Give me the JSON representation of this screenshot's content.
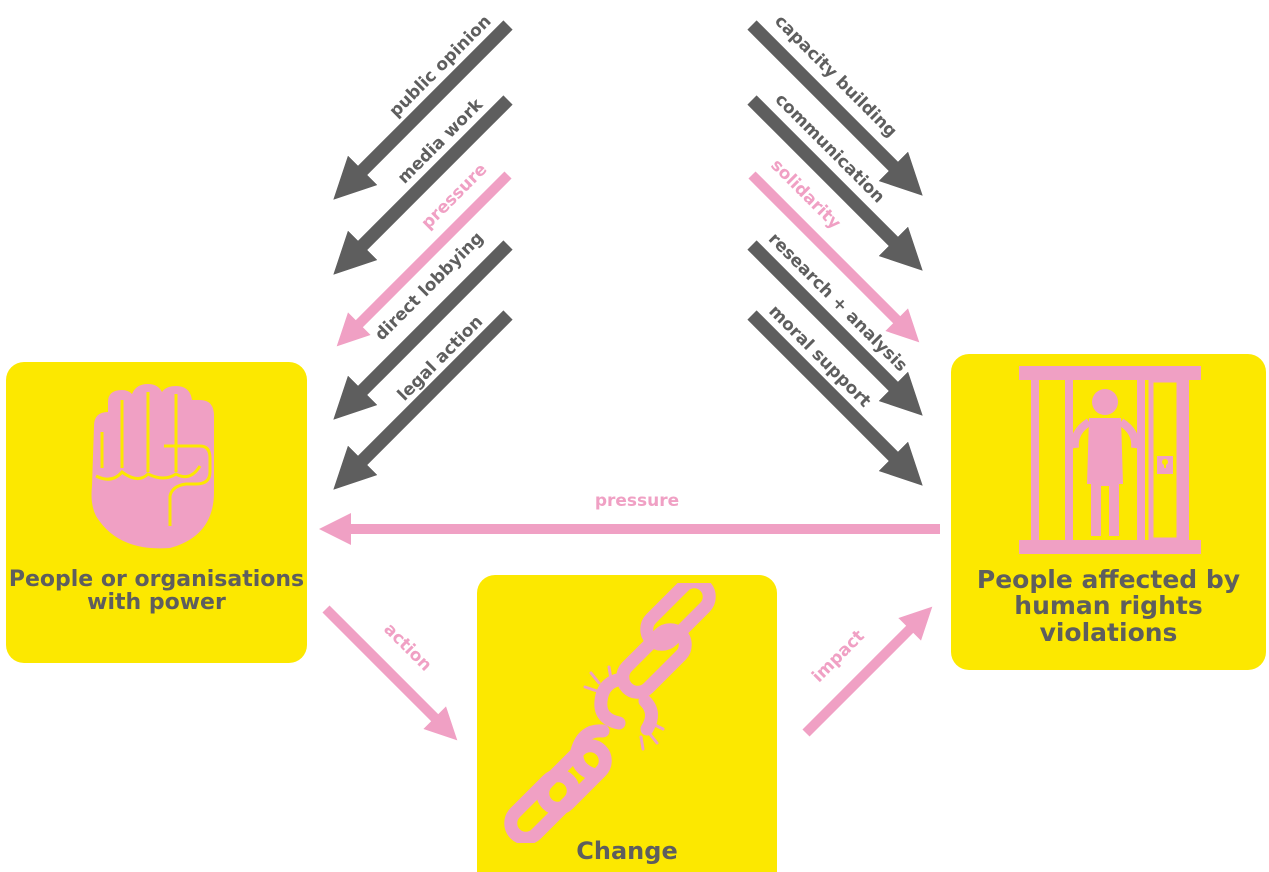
{
  "colors": {
    "accent_yellow": "#fce800",
    "pink": "#f0a0c4",
    "grey": "#5e5e5e"
  },
  "boxes": {
    "power": {
      "label": "People or organisations with power",
      "icon": "raised-fist-icon"
    },
    "affected": {
      "label": "People affected by human rights violations",
      "icon": "prison-cell-icon"
    },
    "change": {
      "label": "Change",
      "icon": "broken-chain-icon"
    }
  },
  "left_arrows": [
    "public opinion",
    "media work",
    "pressure",
    "direct lobbying",
    "legal action"
  ],
  "right_arrows": [
    "capacity building",
    "communication",
    "solidarity",
    "research + analysis",
    "moral support"
  ],
  "flows": {
    "pressure": "pressure",
    "action": "action",
    "impact": "impact"
  }
}
